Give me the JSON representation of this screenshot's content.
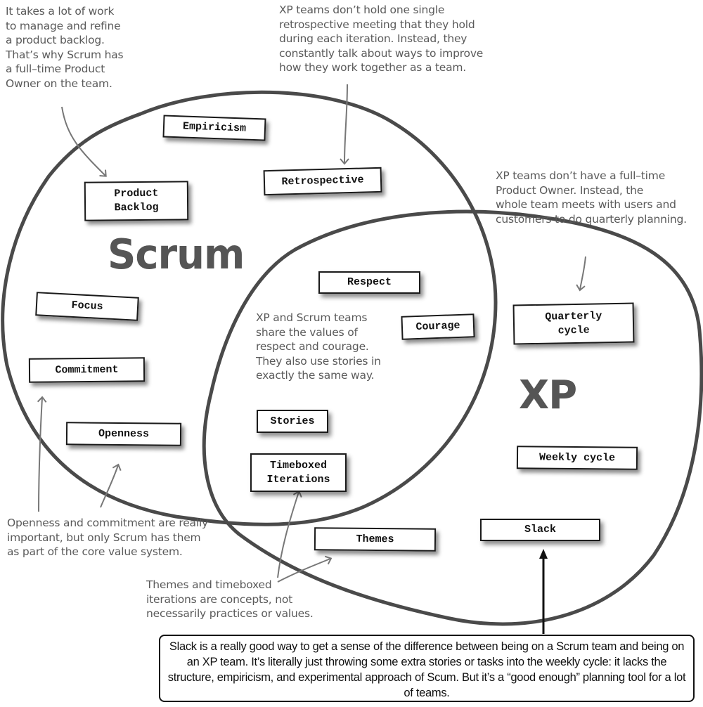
{
  "diagram": {
    "type": "venn",
    "sets": [
      {
        "name": "Scrum",
        "title": "Scrum"
      },
      {
        "name": "XP",
        "title": "XP"
      }
    ],
    "colors": {
      "circle_stroke": "#4a4a4a",
      "note_text": "#5a5a5a",
      "title_text": "#555555",
      "arrow_gray": "#777777",
      "arrow_black": "#111111"
    }
  },
  "labels": {
    "empiricism": "Empiricism",
    "retrospective": "Retrospective",
    "product_backlog": "Product\nBacklog",
    "focus": "Focus",
    "commitment": "Commitment",
    "openness": "Openness",
    "respect": "Respect",
    "courage": "Courage",
    "stories": "Stories",
    "timeboxed_iterations": "Timeboxed\nIterations",
    "themes": "Themes",
    "quarterly_cycle": "Quarterly\ncycle",
    "weekly_cycle": "Weekly cycle",
    "slack": "Slack"
  },
  "notes": {
    "product_owner": "It takes a lot of work\nto manage and refine\na product backlog.\nThat’s why Scrum has\na full–time Product\nOwner on the team.",
    "retrospective": "XP teams don’t hold one single\nretrospective meeting that they hold\nduring each iteration. Instead, they\nconstantly talk about ways to improve\nhow they work together as a team.",
    "quarterly": "XP teams don’t have a full–time\nProduct Owner. Instead, the\nwhole team meets with users and\ncustomers to do quarterly planning.",
    "shared": "XP and Scrum teams\nshare the values of\nrespect and courage.\nThey also use stories in\nexactly the same way.",
    "openness": "Openness and commitment are really\nimportant, but only Scrum has them\nas part of the core value system.",
    "themes": "Themes and timeboxed\niterations are concepts, not\nnecessarily practices or values."
  },
  "callout": {
    "text": "Slack is a really good way to get a sense of the difference between being on a Scrum team and being on an XP team. It’s literally just throwing some extra stories or tasks into the weekly cycle: it lacks the structure, empiricism, and experimental approach of Scum. But it’s a “good enough” planning tool for a lot of teams."
  }
}
